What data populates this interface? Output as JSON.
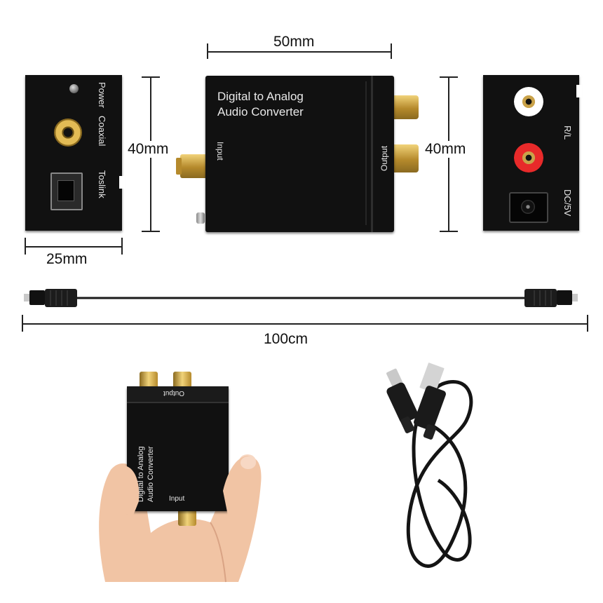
{
  "dimensions": {
    "width_top": "50mm",
    "height_left": "40mm",
    "height_right": "40mm",
    "depth_bottom": "25mm",
    "cable_length": "100cm"
  },
  "side_panel_input": {
    "power_label": "Power",
    "coaxial_label": "Coaxial",
    "toslink_label": "Toslink"
  },
  "front_view": {
    "title_line1": "Digital to Analog",
    "title_line2": "Audio Converter",
    "input_label": "Input",
    "output_label": "Output"
  },
  "side_panel_output": {
    "rl_label": "R/L",
    "dc_label": "DC/5V"
  },
  "hand_device": {
    "title_line1": "Digital to Analog",
    "title_line2": "Audio Converter",
    "input_label": "Input",
    "output_label": "Output"
  },
  "colors": {
    "device_body": "#111111",
    "gold_connector": "#c9a24a",
    "rca_white": "#f2f2f2",
    "rca_red": "#d42020",
    "cable": "#1a1a1a"
  }
}
